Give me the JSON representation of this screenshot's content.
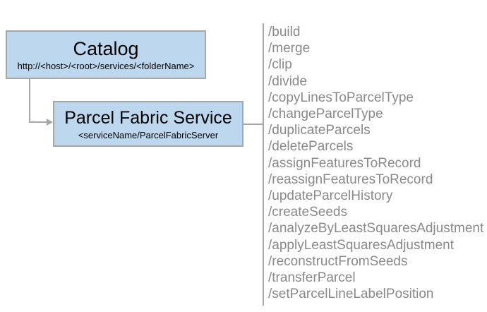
{
  "catalog": {
    "title": "Catalog",
    "subtitle": "http://<host>/<root>/services/<folderName>"
  },
  "service": {
    "title": "Parcel Fabric Service",
    "subtitle": "<serviceName/ParcelFabricServer"
  },
  "endpoints": [
    "/build",
    "/merge",
    "/clip",
    "/divide",
    "/copyLinesToParcelType",
    "/changeParcelType",
    "/duplicateParcels",
    "/deleteParcels",
    "/assignFeaturesToRecord",
    "/reassignFeaturesToRecord",
    "/updateParcelHistory",
    "/createSeeds",
    "/analyzeByLeastSquaresAdjustment",
    "/applyLeastSquaresAdjustment",
    "/reconstructFromSeeds",
    "/transferParcel",
    "/setParcelLineLabelPosition"
  ],
  "colors": {
    "box_fill": "#bdd7ee",
    "box_border": "#a6a6a6",
    "connector": "#a6a6a6",
    "endpoint_text": "#898989",
    "title_text": "#000000"
  }
}
